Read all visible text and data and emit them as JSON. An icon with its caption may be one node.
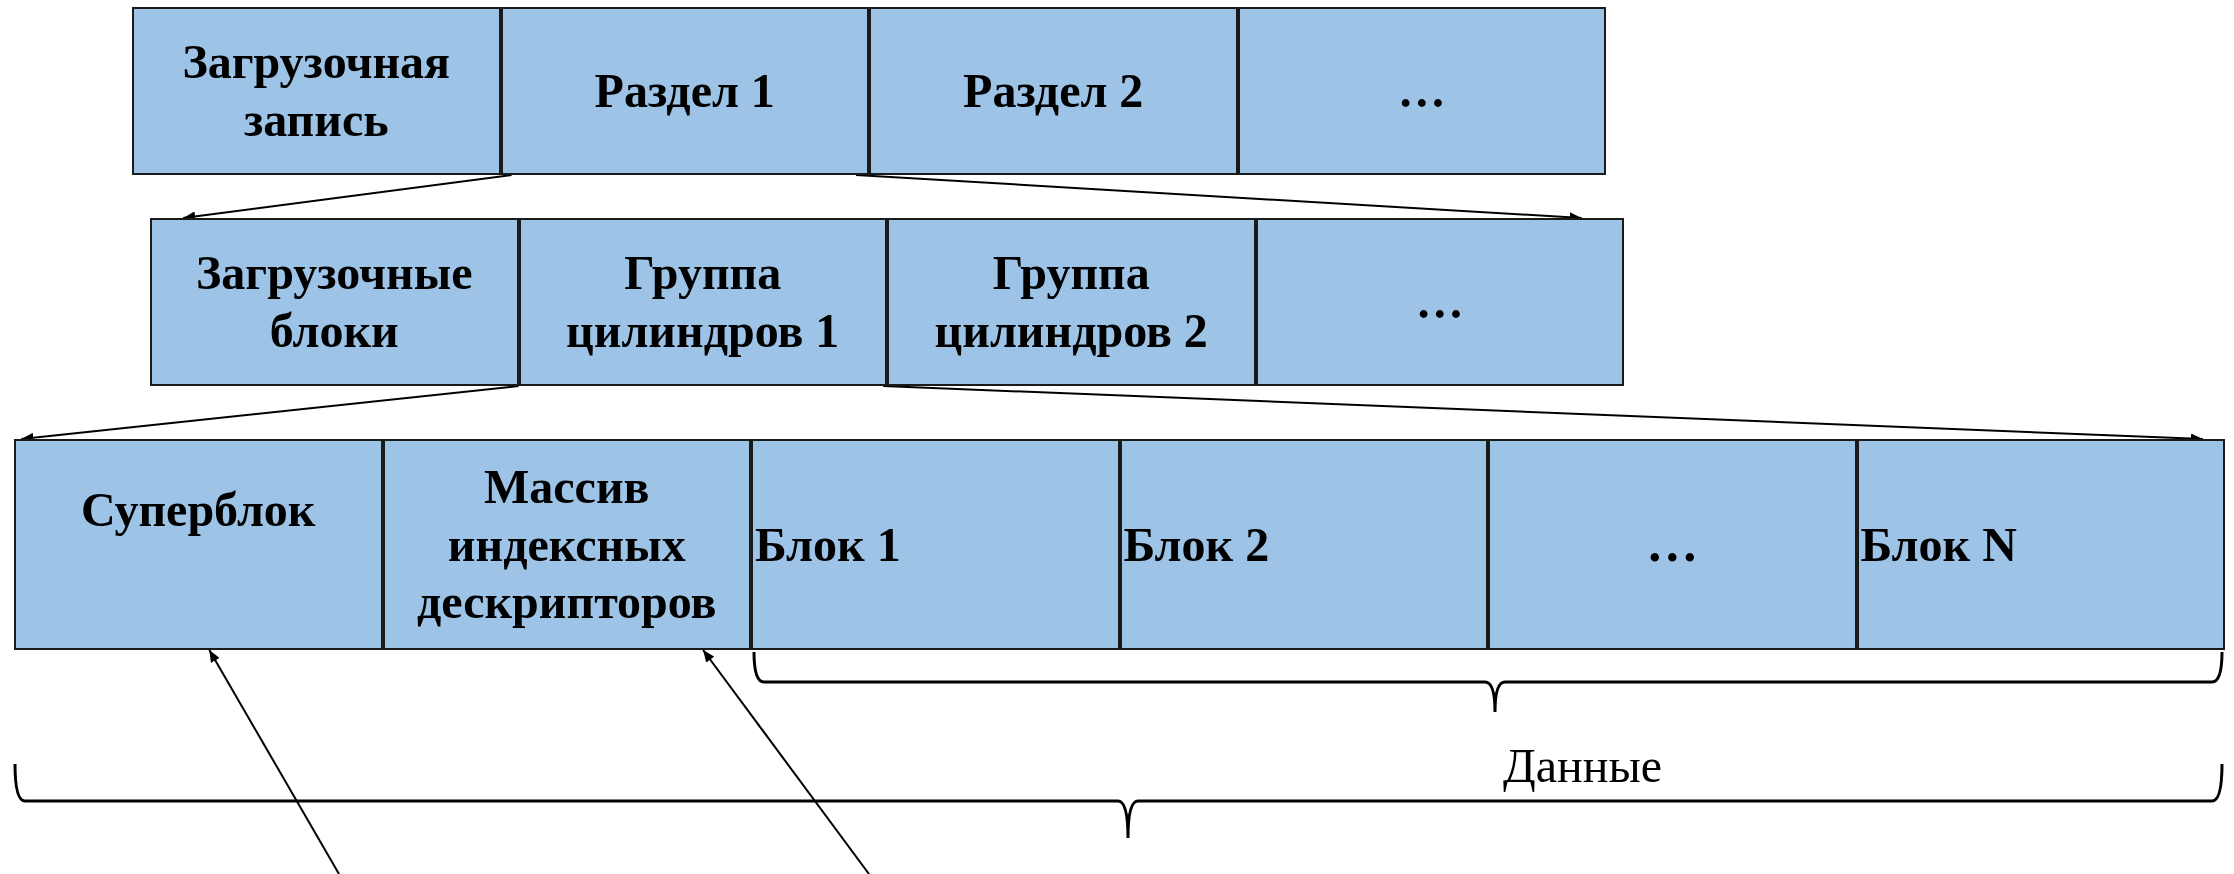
{
  "diagram": {
    "nodes": [
      {
        "text": [
          "Загрузочная запись"
        ]
      },
      {
        "text": [
          "Раздел 1"
        ]
      },
      {
        "text": [
          "Раздел 2"
        ]
      },
      {
        "text": [
          "…"
        ]
      },
      {
        "text": [
          "Загрузочные блоки"
        ]
      },
      {
        "text": [
          "Группа цилиндров 1"
        ]
      },
      {
        "text": [
          "Группа цилиндров 2"
        ]
      },
      {
        "text": [
          "…"
        ]
      },
      {
        "text": [
          "Суперблок"
        ]
      },
      {
        "text": [
          "Массив индексных дескрипторов"
        ]
      },
      {
        "text": [
          "Блок 1"
        ]
      },
      {
        "text": [
          "Блок 2"
        ]
      },
      {
        "text": [
          "…"
        ]
      },
      {
        "text": [
          "Блок N"
        ]
      }
    ],
    "edges": [
      {
        "from": 1,
        "to": 4,
        "arrow": "to"
      },
      {
        "from": 1,
        "to": 7,
        "arrow": "to"
      },
      {
        "from": 5,
        "to": 8,
        "arrow": "to"
      },
      {
        "from": 5,
        "to": 13,
        "arrow": "to"
      },
      {
        "from": null,
        "to": 8,
        "arrow": "to"
      },
      {
        "from": null,
        "to": 9,
        "arrow": "to"
      }
    ],
    "labels": [
      "Данные"
    ]
  }
}
